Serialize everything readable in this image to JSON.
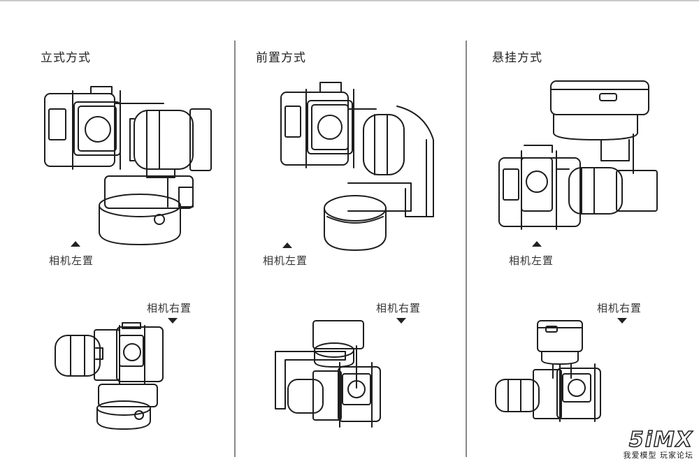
{
  "sections": [
    {
      "title": "立式方式",
      "left_label": "相机左置",
      "right_label": "相机右置"
    },
    {
      "title": "前置方式",
      "left_label": "相机左置",
      "right_label": "相机右置"
    },
    {
      "title": "悬挂方式",
      "left_label": "相机左置",
      "right_label": "相机右置"
    }
  ],
  "watermark": {
    "logo": "5iMX",
    "tagline": "我爱模型 玩家论坛"
  }
}
